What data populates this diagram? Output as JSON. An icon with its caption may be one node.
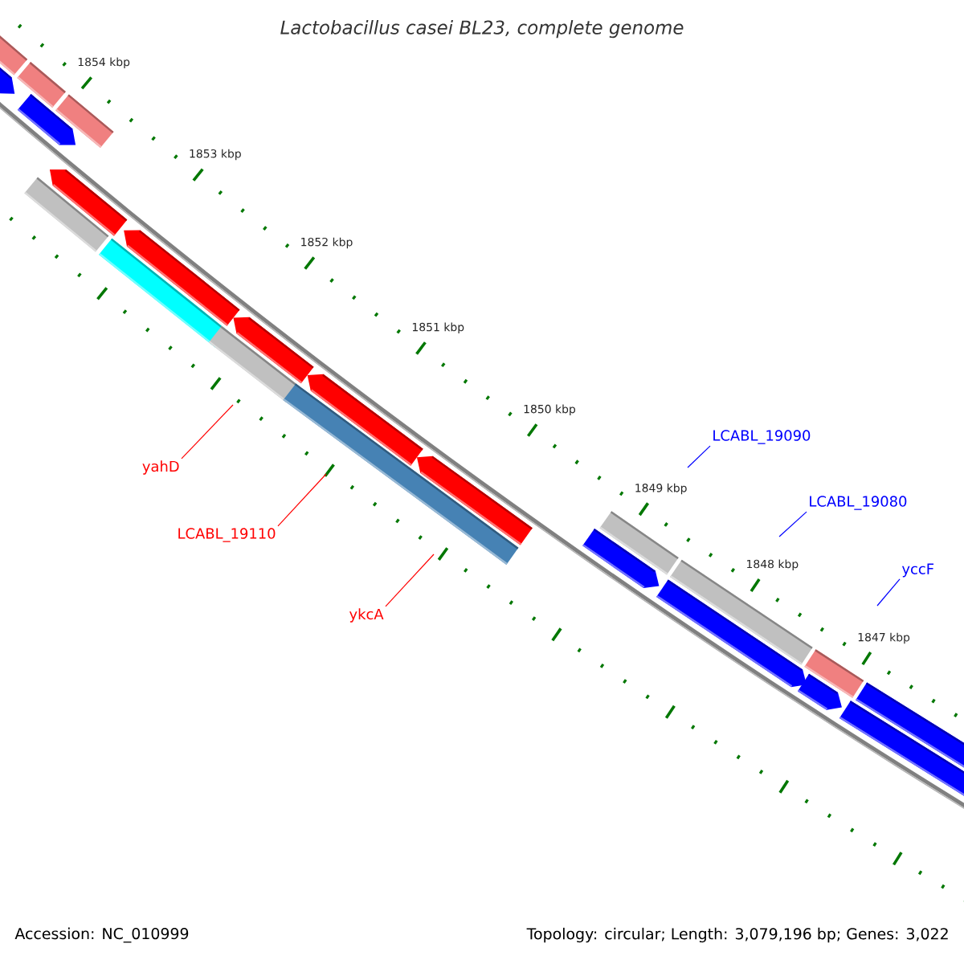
{
  "diagram": {
    "title": "Lactobacillus casei BL23, complete genome",
    "nodes": [
      {
        "text": [
          "yahD"
        ]
      },
      {
        "text": [
          "LCABL_19110"
        ]
      },
      {
        "text": [
          "ykcA"
        ]
      },
      {
        "text": [
          "LCABL_19090"
        ]
      },
      {
        "text": [
          "LCABL_19080"
        ]
      },
      {
        "text": [
          "yccF"
        ]
      }
    ],
    "edges": [
      {
        "from": 0,
        "to": null,
        "arrow": "none"
      },
      {
        "from": 1,
        "to": null,
        "arrow": "none"
      },
      {
        "from": 2,
        "to": null,
        "arrow": "none"
      },
      {
        "from": 3,
        "to": null,
        "arrow": "none",
        "color": "#0000ff"
      },
      {
        "from": 4,
        "to": null,
        "arrow": "none",
        "color": "#0000ff"
      },
      {
        "from": 5,
        "to": null,
        "arrow": "none",
        "color": "#0000ff"
      }
    ],
    "labels": [
      "1854 kbp",
      "1853 kbp",
      "1852 kbp",
      "1851 kbp",
      "1850 kbp",
      "1849 kbp",
      "1848 kbp",
      "1847 kbp",
      "Accession: NC_010999",
      "Topology: circular; Length: 3,079,196 bp; Genes: 3,022"
    ]
  }
}
